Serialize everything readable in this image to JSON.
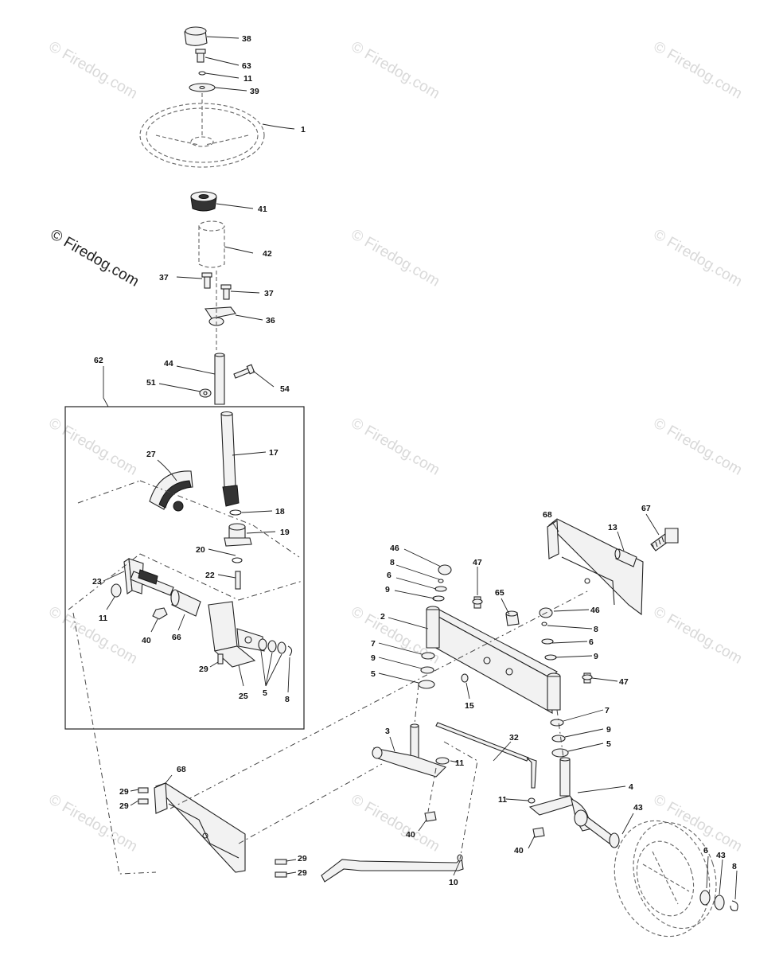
{
  "watermark": {
    "text": "© Firedog.com",
    "main": "© Firedog.com"
  },
  "callouts": {
    "c38": "38",
    "c63": "63",
    "c11a": "11",
    "c39": "39",
    "c1": "1",
    "c41": "41",
    "c42": "42",
    "c37a": "37",
    "c37b": "37",
    "c36": "36",
    "c62": "62",
    "c44": "44",
    "c51": "51",
    "c54": "54",
    "c27": "27",
    "c17": "17",
    "c18": "18",
    "c19": "19",
    "c20": "20",
    "c22": "22",
    "c23": "23",
    "c11b": "11",
    "c40a": "40",
    "c66": "66",
    "c29a": "29",
    "c25": "25",
    "c5a": "5",
    "c8a": "8",
    "c68a": "68",
    "c67": "67",
    "c13": "13",
    "c46a": "46",
    "c8b": "8",
    "c6a": "6",
    "c9a": "9",
    "c47a": "47",
    "c65": "65",
    "c2": "2",
    "c46b": "46",
    "c8c": "8",
    "c6b": "6",
    "c9b": "9",
    "c7a": "7",
    "c9c": "9",
    "c5b": "5",
    "c15": "15",
    "c47b": "47",
    "c7b": "7",
    "c9d": "9",
    "c5c": "5",
    "c3": "3",
    "c32": "32",
    "c11c": "11",
    "c11d": "11",
    "c4": "4",
    "c40b": "40",
    "c40c": "40",
    "c43a": "43",
    "c6c": "6",
    "c43b": "43",
    "c8d": "8",
    "c68b": "68",
    "c29b": "29",
    "c29c": "29",
    "c29d": "29",
    "c29e": "29",
    "c10": "10"
  }
}
